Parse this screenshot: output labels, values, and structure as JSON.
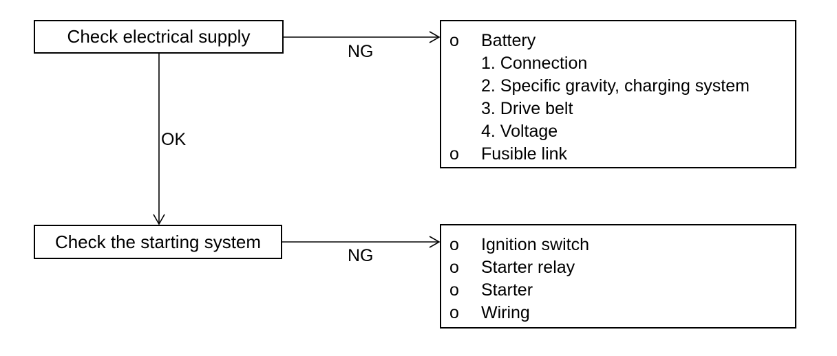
{
  "steps": [
    {
      "label": "Check electrical supply"
    },
    {
      "label": "Check the starting system"
    }
  ],
  "edges": {
    "ng_label": "NG",
    "ok_label": "OK"
  },
  "results": [
    {
      "items": [
        {
          "bullet": "o",
          "text": "Battery"
        },
        {
          "bullet": "",
          "text": "1. Connection"
        },
        {
          "bullet": "",
          "text": "2. Specific gravity, charging system"
        },
        {
          "bullet": "",
          "text": "3. Drive belt"
        },
        {
          "bullet": "",
          "text": "4. Voltage"
        },
        {
          "bullet": "o",
          "text": "Fusible link"
        }
      ]
    },
    {
      "items": [
        {
          "bullet": "o",
          "text": "Ignition switch"
        },
        {
          "bullet": "o",
          "text": "Starter relay"
        },
        {
          "bullet": "o",
          "text": "Starter"
        },
        {
          "bullet": "o",
          "text": "Wiring"
        }
      ]
    }
  ]
}
